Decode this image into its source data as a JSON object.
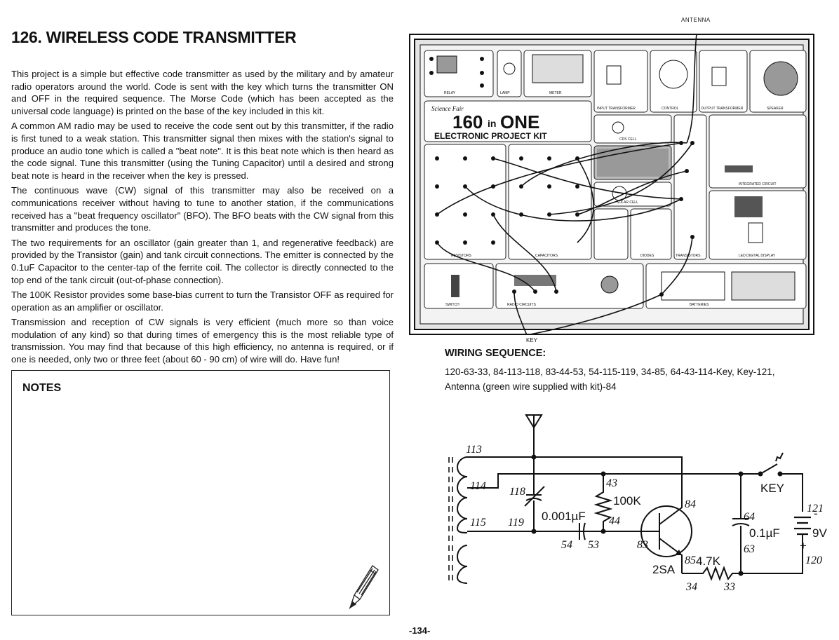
{
  "page": {
    "title": "126. WIRELESS CODE TRANSMITTER",
    "paragraphs": [
      "This project is a simple but effective code transmitter as used by the military and by amateur radio operators around the world. Code is sent with the key which turns the transmitter ON and OFF in the required sequence. The Morse Code (which has been accepted as the universal code language) is printed on the base of the key included in this kit.",
      "A common AM radio may be used to receive the code sent out by this transmitter, if the radio is first tuned to a weak station. This transmitter signal then mixes with the station's signal to produce an audio tone which is called a \"beat note\". It is this beat note which is then heard as the code signal. Tune this transmitter (using the Tuning Capacitor) until a desired and strong beat note is heard in the receiver when the key is pressed.",
      "The continuous wave (CW) signal of this transmitter may also be received on a communications receiver without having to tune to another station, if the communications received has a \"beat frequency oscillator\" (BFO). The BFO beats with the CW signal from this transmitter and produces the tone.",
      "The two requirements for an oscillator (gain greater than 1, and regenerative feedback) are provided by the Transistor (gain) and tank circuit connections. The emitter is connected by the 0.1uF Capacitor to the center-tap of the ferrite coil. The collector is directly connected to the top end of the tank circuit (out-of-phase connection).",
      "The 100K Resistor provides some base-bias current to turn the Transistor OFF as required for operation as an amplifier or oscillator.",
      "Transmission and reception of CW signals is very efficient (much more so than voice modulation of any kind) so that during times of emergency this is the most reliable type of transmission. You may find that because of this high efficiency, no antenna is required, or if one is needed, only two or three feet (about 60 - 90 cm) of wire will do. Have fun!"
    ],
    "notes_title": "NOTES",
    "page_number": "-134-"
  },
  "kit": {
    "antenna_label": "ANTENNA",
    "key_label": "KEY",
    "brand": "Science Fair",
    "name_big": "160",
    "name_in": "in",
    "name_one": "ONE",
    "subtitle": "ELECTRONIC PROJECT KIT",
    "labels": {
      "relay": "RELAY",
      "lamp": "LAMP",
      "meter": "METER",
      "input_transformer": "INPUT TRANSFORMER",
      "control": "CONTROL",
      "output_transformer": "OUTPUT TRANSFORMER",
      "speaker": "SPEAKER",
      "cds_cell": "CDS CELL",
      "solar_cell": "SOLAR CELL",
      "integrated_circuit": "INTEGRATED CIRCUIT",
      "resistors": "RESISTORS",
      "capacitors": "CAPACITORS",
      "diodes": "DIODES",
      "transistors": "TRANSISTORS",
      "led_display": "LED DIGITAL DISPLAY",
      "switch": "SWITCH",
      "radio_circuits": "RADIO CIRCUITS",
      "batteries": "BATTERIES"
    }
  },
  "wiring": {
    "title": "WIRING SEQUENCE:",
    "line1": "120-63-33, 84-113-118, 83-44-53, 54-115-119, 34-85, 64-43-114-Key, Key-121,",
    "line2": "Antenna (green wire supplied with kit)-84"
  },
  "schematic": {
    "n113": "113",
    "n114": "114",
    "n115": "115",
    "n118": "118",
    "n119": "119",
    "cap1": "0.001µF",
    "n54": "54",
    "n53": "53",
    "n43": "43",
    "res1": "100K",
    "n44": "44",
    "n84": "84",
    "n83": "83",
    "transistor": "2SA",
    "n85": "85",
    "res2": "4.7K",
    "n34": "34",
    "n33": "33",
    "n64": "64",
    "cap2": "0.1µF",
    "n63": "63",
    "key": "KEY",
    "n121": "121",
    "battery": "9V",
    "n120": "120",
    "minus": "-",
    "plus": "+"
  }
}
